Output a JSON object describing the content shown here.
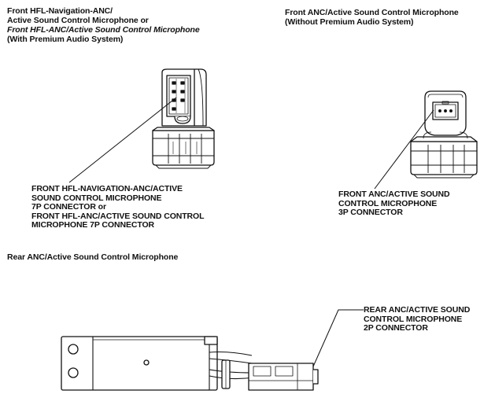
{
  "sections": {
    "front_premium": {
      "heading_lines": [
        "Front HFL-Navigation-ANC/",
        "Active Sound Control Microphone or",
        "Front HFL-ANC/Active Sound Control Microphone",
        "(With Premium Audio System)"
      ],
      "callout_lines": [
        "FRONT HFL-NAVIGATION-ANC/ACTIVE",
        "SOUND CONTROL MICROPHONE",
        "7P CONNECTOR or",
        "FRONT HFL-ANC/ACTIVE SOUND CONTROL",
        "MICROPHONE 7P CONNECTOR"
      ]
    },
    "front_standard": {
      "heading_lines": [
        "Front ANC/Active Sound Control Microphone",
        "(Without Premium Audio System)"
      ],
      "callout_lines": [
        "FRONT ANC/ACTIVE SOUND",
        "CONTROL MICROPHONE",
        "3P CONNECTOR"
      ]
    },
    "rear": {
      "heading": "Rear ANC/Active Sound Control Microphone",
      "callout_lines": [
        "REAR ANC/ACTIVE SOUND",
        "CONTROL MICROPHONE",
        "2P CONNECTOR"
      ]
    }
  }
}
